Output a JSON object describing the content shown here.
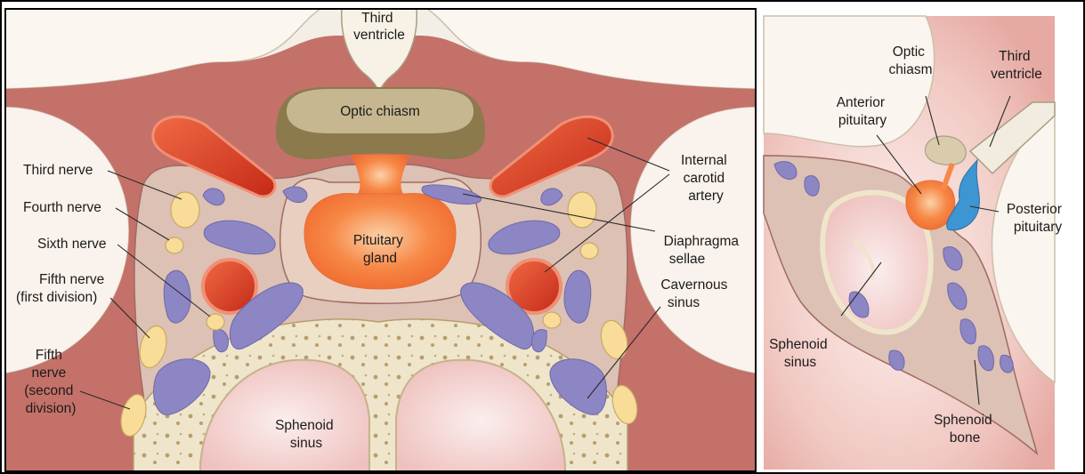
{
  "colors": {
    "frame": "#000000",
    "cortex": "#f3efe7",
    "dura": "#c4716a",
    "stalk_tissue": "#e8cfc0",
    "cavernous_space": "#dcc1b4",
    "bone": "#efe5cb",
    "sinus_air": "#f2d0cd",
    "artery": "#d93c22",
    "artery_rim": "#f19076",
    "vein": "#8c86c4",
    "nerve": "#f8dc97",
    "pituitary": "#f78846",
    "pituitary_light": "#fbd1a9",
    "optic_chiasm": "#b6a678",
    "posterior_pituitary": "#3d95d2"
  },
  "main_panel": {
    "labels": {
      "third_ventricle": [
        "Third",
        "ventricle"
      ],
      "optic_chiasm": "Optic chiasm",
      "pituitary_gland": [
        "Pituitary",
        "gland"
      ],
      "sphenoid_sinus": [
        "Sphenoid",
        "sinus"
      ],
      "third_nerve": "Third nerve",
      "fourth_nerve": "Fourth nerve",
      "sixth_nerve": "Sixth nerve",
      "fifth_nerve_first": [
        "Fifth nerve",
        "(first division)"
      ],
      "fifth_nerve_second": [
        "Fifth",
        "nerve",
        "(second",
        "division)"
      ],
      "internal_carotid": [
        "Internal",
        "carotid",
        "artery"
      ],
      "diaphragma_sellae": [
        "Diaphragma",
        "sellae"
      ],
      "cavernous_sinus": [
        "Cavernous",
        "sinus"
      ]
    }
  },
  "side_panel": {
    "labels": {
      "optic_chiasm": [
        "Optic",
        "chiasm"
      ],
      "third_ventricle": [
        "Third",
        "ventricle"
      ],
      "anterior_pituitary": [
        "Anterior",
        "pituitary"
      ],
      "posterior_pituitary": [
        "Posterior",
        "pituitary"
      ],
      "sphenoid_sinus": [
        "Sphenoid",
        "sinus"
      ],
      "sphenoid_bone": [
        "Sphenoid",
        "bone"
      ]
    }
  }
}
